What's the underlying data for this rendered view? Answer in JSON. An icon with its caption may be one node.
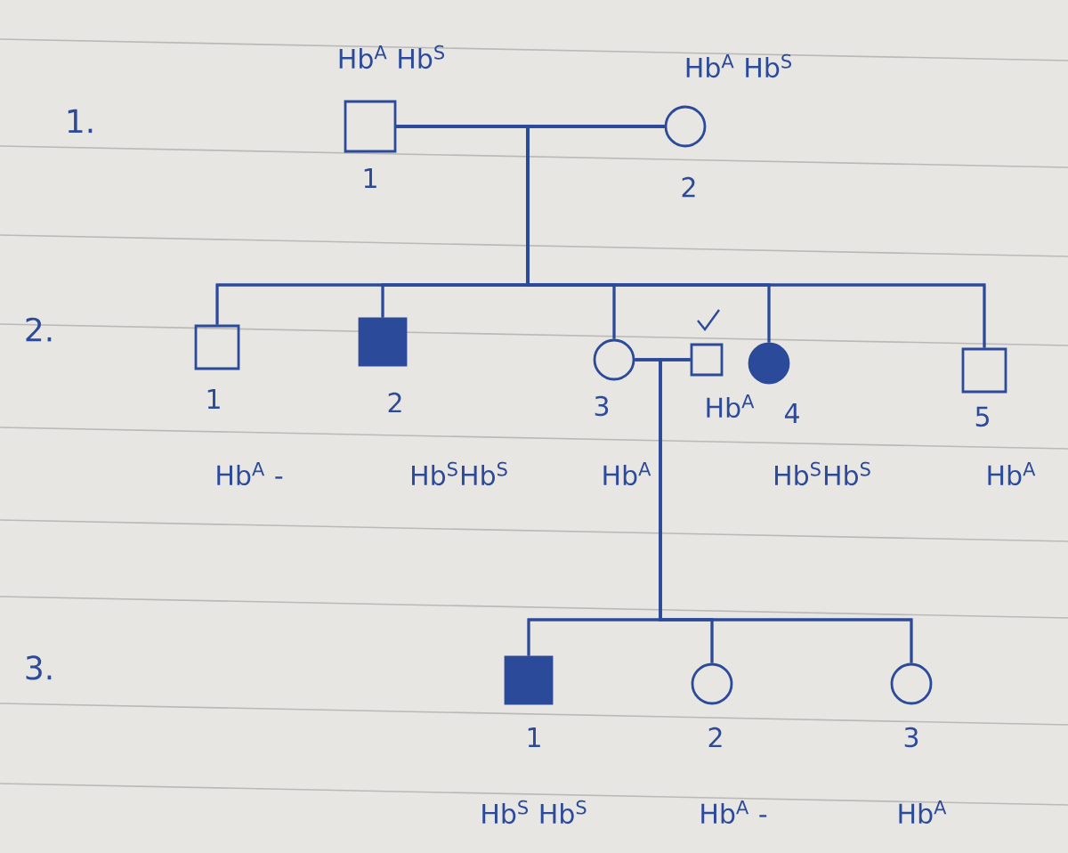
{
  "diagram": {
    "nodes": [
      {
        "text": [],
        "shape": "box",
        "beside": [
          "Hb$^{A}$ Hb$^{S}$",
          "1"
        ]
      },
      {
        "text": [],
        "shape": "circle",
        "beside": [
          "Hb$^{A}$ Hb$^{S}$",
          "2"
        ]
      },
      {
        "text": [],
        "shape": "box",
        "beside": [
          "1",
          "Hb$^{A}$ -"
        ]
      },
      {
        "text": [],
        "shape": "filled-box",
        "beside": [
          "2",
          "Hb$^{S}$Hb$^{S}$"
        ]
      },
      {
        "text": [],
        "shape": "circle",
        "beside": [
          "3",
          "Hb$^{A}$"
        ]
      },
      {
        "text": [],
        "shape": "box",
        "beside": [
          "Hb$^{A}$"
        ]
      },
      {
        "text": [],
        "shape": "filled-circle",
        "beside": [
          "4",
          "Hb$^{S}$Hb$^{S}$"
        ]
      },
      {
        "text": [],
        "shape": "box",
        "beside": [
          "5",
          "Hb$^{A}$"
        ]
      },
      {
        "text": [],
        "shape": "filled-box",
        "beside": [
          "1",
          "Hb$^{S}$ Hb$^{S}$"
        ]
      },
      {
        "text": [],
        "shape": "circle",
        "beside": [
          "2",
          "Hb$^{A}$ -"
        ]
      },
      {
        "text": [],
        "shape": "circle",
        "beside": [
          "3",
          "Hb$^{A}$"
        ]
      }
    ],
    "edges": [
      {
        "from": 0,
        "to": 1,
        "arrow": "none"
      },
      {
        "from": 0,
        "to": 2,
        "arrow": "none"
      },
      {
        "from": 0,
        "to": 3,
        "arrow": "none"
      },
      {
        "from": 0,
        "to": 4,
        "arrow": "none"
      },
      {
        "from": 0,
        "to": 6,
        "arrow": "none"
      },
      {
        "from": 0,
        "to": 7,
        "arrow": "none"
      },
      {
        "from": 1,
        "to": 2,
        "arrow": "none"
      },
      {
        "from": 1,
        "to": 3,
        "arrow": "none"
      },
      {
        "from": 1,
        "to": 4,
        "arrow": "none"
      },
      {
        "from": 1,
        "to": 6,
        "arrow": "none"
      },
      {
        "from": 1,
        "to": 7,
        "arrow": "none"
      },
      {
        "from": 4,
        "to": 5,
        "arrow": "none"
      },
      {
        "from": 4,
        "to": 8,
        "arrow": "none"
      },
      {
        "from": 4,
        "to": 9,
        "arrow": "none"
      },
      {
        "from": 4,
        "to": 10,
        "arrow": "none"
      },
      {
        "from": 5,
        "to": 8,
        "arrow": "none"
      },
      {
        "from": 5,
        "to": 9,
        "arrow": "none"
      },
      {
        "from": 5,
        "to": 10,
        "arrow": "none"
      }
    ],
    "labels": [
      "1.",
      "2.",
      "3."
    ]
  }
}
